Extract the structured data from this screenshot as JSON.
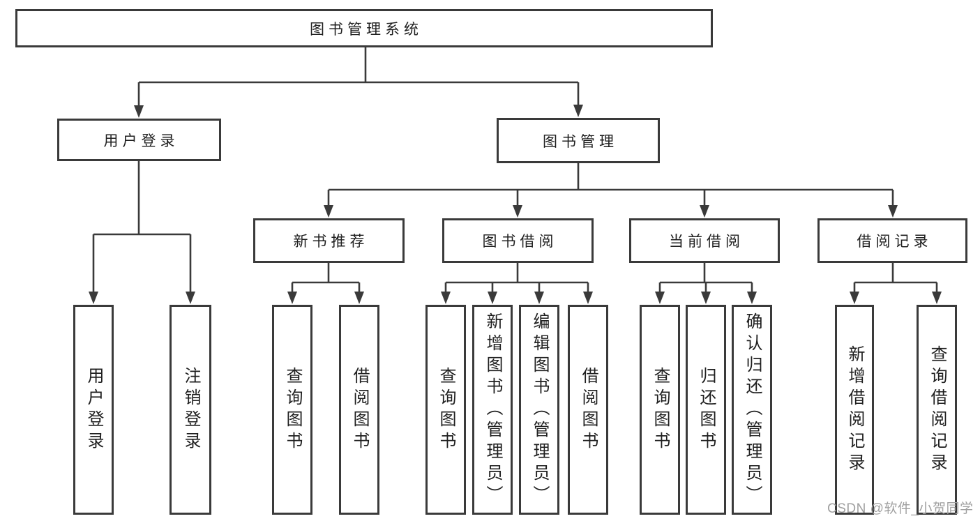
{
  "colors": {
    "line": "#3a3a3a",
    "box_border": "#3a3a3a",
    "text": "#1f1f1f",
    "background": "#ffffff",
    "watermark": "#a0a0a0"
  },
  "watermark": {
    "text": "CSDN @软件_小贺同学"
  },
  "tree": {
    "label": "图书管理系统",
    "children": [
      {
        "label": "用户登录",
        "children": [
          {
            "label": "用户登录"
          },
          {
            "label": "注销登录"
          }
        ]
      },
      {
        "label": "图书管理",
        "children": [
          {
            "label": "新书推荐",
            "children": [
              {
                "label": "查询图书"
              },
              {
                "label": "借阅图书"
              }
            ]
          },
          {
            "label": "图书借阅",
            "children": [
              {
                "label": "查询图书"
              },
              {
                "label": "新增图书（管理员）"
              },
              {
                "label": "编辑图书（管理员）"
              },
              {
                "label": "借阅图书"
              }
            ]
          },
          {
            "label": "当前借阅",
            "children": [
              {
                "label": "查询图书"
              },
              {
                "label": "归还图书"
              },
              {
                "label": "确认归还（管理员）"
              }
            ]
          },
          {
            "label": "借阅记录",
            "children": [
              {
                "label": "新增借阅记录"
              },
              {
                "label": "查询借阅记录"
              }
            ]
          }
        ]
      }
    ]
  }
}
